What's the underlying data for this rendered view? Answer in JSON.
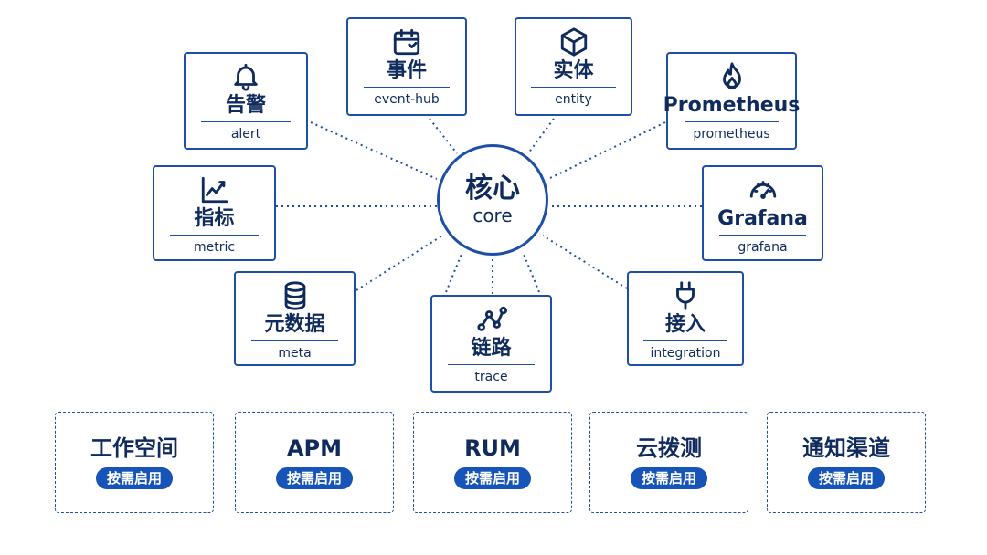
{
  "core": {
    "title": "核心",
    "subtitle": "core"
  },
  "modules": {
    "alert": {
      "title": "告警",
      "subtitle": "alert",
      "icon": "bell-icon"
    },
    "event_hub": {
      "title": "事件",
      "subtitle": "event-hub",
      "icon": "calendar-icon"
    },
    "entity": {
      "title": "实体",
      "subtitle": "entity",
      "icon": "cube-icon"
    },
    "prometheus": {
      "title": "Prometheus",
      "subtitle": "prometheus",
      "icon": "flame-icon"
    },
    "metric": {
      "title": "指标",
      "subtitle": "metric",
      "icon": "line-chart-icon"
    },
    "grafana": {
      "title": "Grafana",
      "subtitle": "grafana",
      "icon": "gauge-icon"
    },
    "meta": {
      "title": "元数据",
      "subtitle": "meta",
      "icon": "database-icon"
    },
    "trace": {
      "title": "链路",
      "subtitle": "trace",
      "icon": "trace-graph-icon"
    },
    "integration": {
      "title": "接入",
      "subtitle": "integration",
      "icon": "plug-icon"
    }
  },
  "optional_modules": [
    {
      "title": "工作空间",
      "badge": "按需启用"
    },
    {
      "title": "APM",
      "badge": "按需启用"
    },
    {
      "title": "RUM",
      "badge": "按需启用"
    },
    {
      "title": "云拨测",
      "badge": "按需启用"
    },
    {
      "title": "通知渠道",
      "badge": "按需启用"
    }
  ],
  "colors": {
    "accent": "#1d4fa8",
    "text": "#0f2a5c",
    "badge": "#1654b8"
  }
}
